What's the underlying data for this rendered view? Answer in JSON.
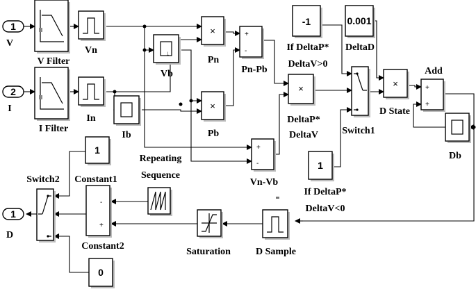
{
  "ports": {
    "in1_number": "1",
    "in1_label": "V",
    "in2_number": "2",
    "in2_label": "I",
    "out1_number": "1",
    "out1_label": "D"
  },
  "blocks": {
    "v_filter": "V Filter",
    "i_filter": "I Filter",
    "vn": "Vn",
    "in": "In",
    "vb": "Vb",
    "ib": "Ib",
    "pn": "Pn",
    "pb": "Pb",
    "pn_pb": "Pn-Pb",
    "vn_vb": "Vn-Vb",
    "product_dpdv_line1": "DeltaP*",
    "product_dpdv_line2": "DeltaV",
    "const_neg1_value": "-1",
    "const_neg1_label_line1": "If DeltaP*",
    "const_neg1_label_line2": "DeltaV>0",
    "const_delta_value": "0.001",
    "const_delta_label": "DeltaD",
    "const_pos1_value": "1",
    "const_pos1_label_line1": "If DeltaP*",
    "const_pos1_label_line2": "DeltaV<0",
    "switch1": "Switch1",
    "d_state": "D State",
    "add": "Add",
    "db": "Db",
    "d_sample": "D Sample",
    "saturation": "Saturation",
    "repeating_line1": "Repeating",
    "repeating_line2": "Sequence",
    "constant2": "Constant2",
    "switch2": "Switch2",
    "constant1_value": "1",
    "constant1_label": "Constant1",
    "constant0_value": "0"
  },
  "symbols": {
    "multiply": "×",
    "plus": "+",
    "minus": "-"
  }
}
